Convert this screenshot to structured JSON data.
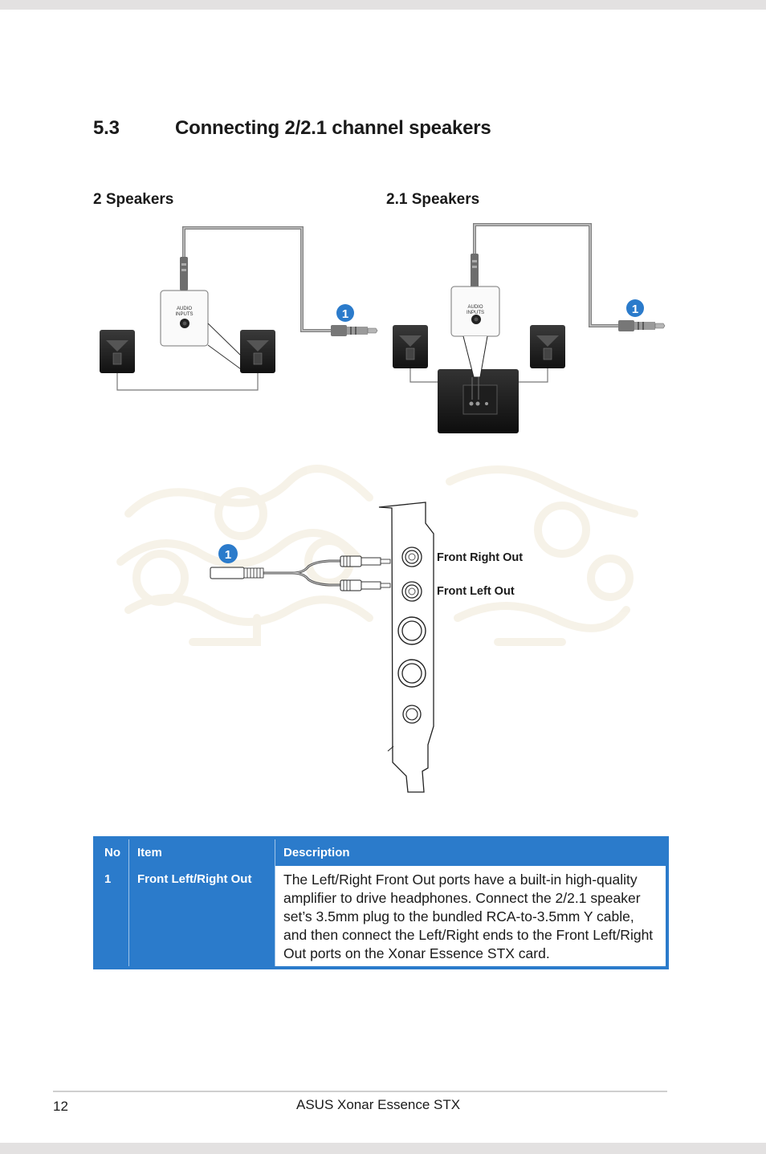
{
  "section": {
    "number": "5.3",
    "title": "Connecting 2/2.1 channel speakers"
  },
  "diagrams": {
    "left_title": "2 Speakers",
    "right_title": "2.1 Speakers",
    "audio_inputs_label_line1": "AUDIO",
    "audio_inputs_label_line2": "INPUTS",
    "callout": "1",
    "card_labels": {
      "front_right": "Front Right Out",
      "front_left": "Front Left Out"
    },
    "colors": {
      "callout": "#2b7bcb",
      "speaker": "#2a2a2a",
      "cable": "#8a8a8a"
    }
  },
  "table": {
    "headers": {
      "no": "No",
      "item": "Item",
      "description": "Description"
    },
    "rows": [
      {
        "no": "1",
        "item": "Front Left/Right Out",
        "description": "The Left/Right Front Out ports have a built-in high-quality amplifier to drive headphones. Connect the 2/2.1 speaker set’s 3.5mm plug to the bundled RCA-to-3.5mm Y cable, and then connect the Left/Right ends to the Front Left/Right Out ports on the Xonar Essence STX card."
      }
    ],
    "header_color": "#2b7bcb"
  },
  "footer": {
    "page_number": "12",
    "title": "ASUS Xonar Essence STX"
  }
}
